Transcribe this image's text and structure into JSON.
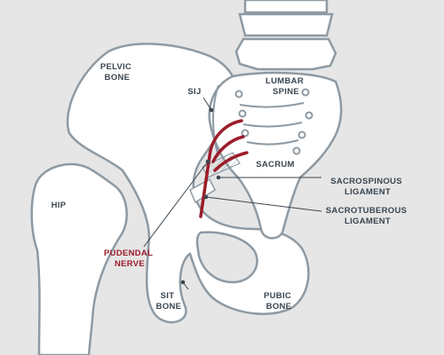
{
  "labels": {
    "pelvic_bone": [
      "PELVIC",
      "BONE"
    ],
    "sij": "SIJ",
    "lumbar_spine": [
      "LUMBAR",
      "SPINE"
    ],
    "sacrum": "SACRUM",
    "hip": "HIP",
    "sacrospinous": [
      "SACROSPINOUS",
      "LIGAMENT"
    ],
    "sacrotuberous": [
      "SACROTUBEROUS",
      "LIGAMENT"
    ],
    "pudendal_nerve": [
      "PUDENDAL",
      "NERVE"
    ],
    "sit_bone": [
      "SIT",
      "BONE"
    ],
    "pubic_bone": [
      "PUBIC",
      "BONE"
    ]
  },
  "colors": {
    "background": "#e6e6e6",
    "bone_fill": "#ffffff",
    "outline": "#8e9aa3",
    "label_text": "#3a4650",
    "nerve": "#9b1c2a"
  }
}
